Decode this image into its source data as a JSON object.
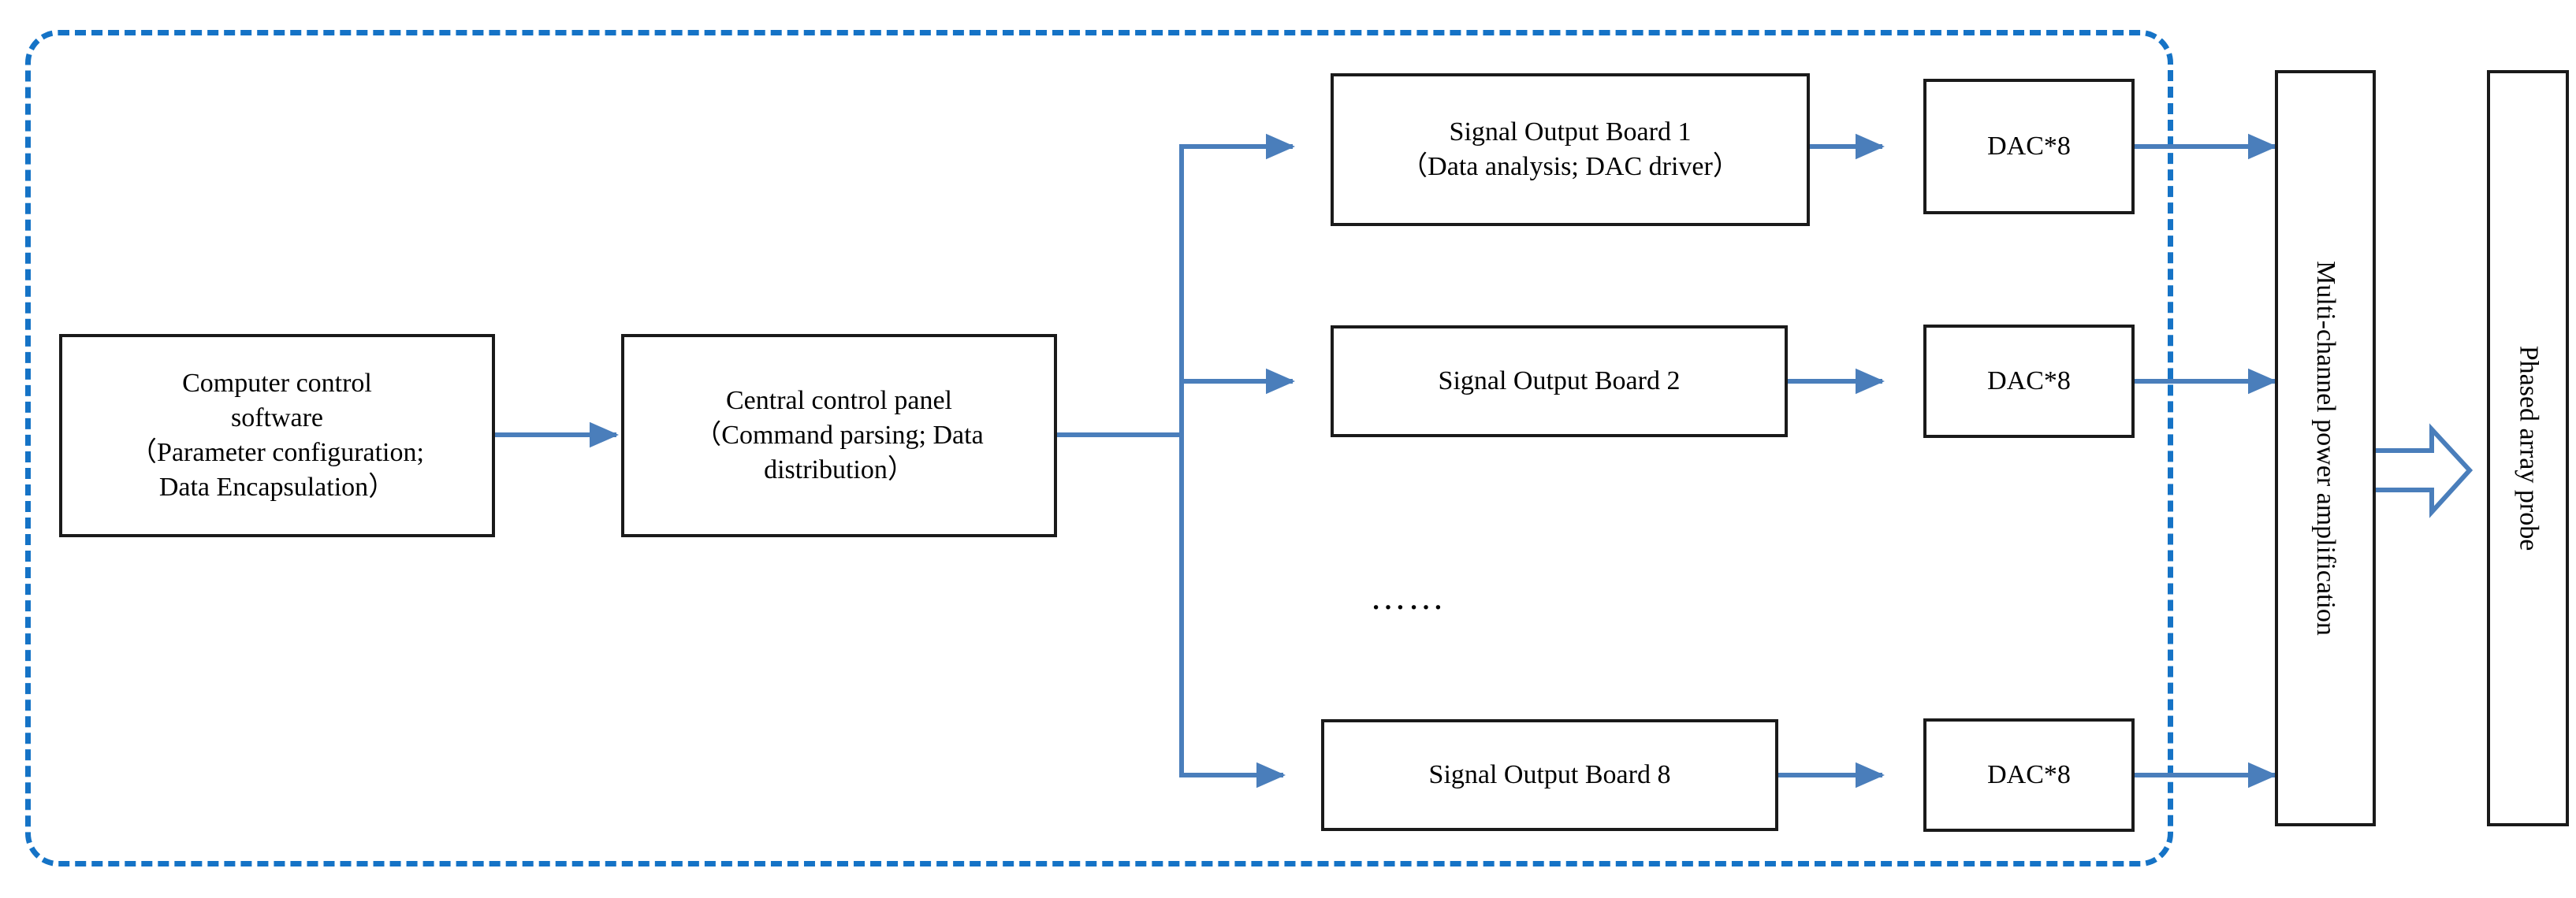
{
  "diagram": {
    "title": "Phased array ultrasonic excitation system block diagram",
    "accent_blue": "#4a7ebb",
    "dashed_blue": "#1573c6",
    "box_border": "#1a1a1a",
    "background": "#ffffff"
  },
  "enclosure": {
    "name": "dashed-system-boundary",
    "style": "dashed rounded rectangle",
    "color": "#1573c6"
  },
  "nodes": {
    "computer_control": {
      "lines": [
        "Computer control",
        "software",
        "（Parameter configuration;",
        "Data Encapsulation）"
      ],
      "text": "Computer control software （Parameter configuration; Data Encapsulation）"
    },
    "central_panel": {
      "lines": [
        "Central control panel",
        "（Command parsing; Data",
        "distribution）"
      ],
      "text": "Central control panel （Command parsing; Data distribution）"
    },
    "board1": {
      "lines": [
        "Signal Output Board 1",
        "（Data analysis; DAC driver）"
      ],
      "text": "Signal Output Board 1 （Data analysis; DAC driver）"
    },
    "board2": {
      "lines": [
        "Signal Output Board 2"
      ],
      "text": "Signal Output Board 2"
    },
    "board8": {
      "lines": [
        "Signal Output Board 8"
      ],
      "text": "Signal Output Board 8"
    },
    "dac1": {
      "text": "DAC*8"
    },
    "dac2": {
      "text": "DAC*8"
    },
    "dac8": {
      "text": "DAC*8"
    },
    "power_amp": {
      "text": "Multi-channel power amplification"
    },
    "probe": {
      "text": "Phased array probe"
    }
  },
  "ellipsis": {
    "text": "……",
    "description": "six square dots indicating omitted boards 3 through 7"
  },
  "connectors": [
    {
      "name": "computer-to-central",
      "from": "computer_control",
      "to": "central_panel",
      "style": "arrow"
    },
    {
      "name": "central-to-fanout",
      "from": "central_panel",
      "to": "fanout-trunk",
      "style": "line"
    },
    {
      "name": "fanout-to-board1",
      "from": "fanout-trunk",
      "to": "board1",
      "style": "arrow"
    },
    {
      "name": "fanout-to-board2",
      "from": "fanout-trunk",
      "to": "board2",
      "style": "arrow"
    },
    {
      "name": "fanout-to-board8",
      "from": "fanout-trunk",
      "to": "board8",
      "style": "arrow"
    },
    {
      "name": "board1-to-dac1",
      "from": "board1",
      "to": "dac1",
      "style": "arrow"
    },
    {
      "name": "board2-to-dac2",
      "from": "board2",
      "to": "dac2",
      "style": "arrow"
    },
    {
      "name": "board8-to-dac8",
      "from": "board8",
      "to": "dac8",
      "style": "arrow"
    },
    {
      "name": "dac1-to-amp",
      "from": "dac1",
      "to": "power_amp",
      "style": "arrow"
    },
    {
      "name": "dac2-to-amp",
      "from": "dac2",
      "to": "power_amp",
      "style": "arrow"
    },
    {
      "name": "dac8-to-amp",
      "from": "dac8",
      "to": "power_amp",
      "style": "arrow"
    },
    {
      "name": "amp-to-probe",
      "from": "power_amp",
      "to": "probe",
      "style": "hollow-block-arrow"
    }
  ]
}
